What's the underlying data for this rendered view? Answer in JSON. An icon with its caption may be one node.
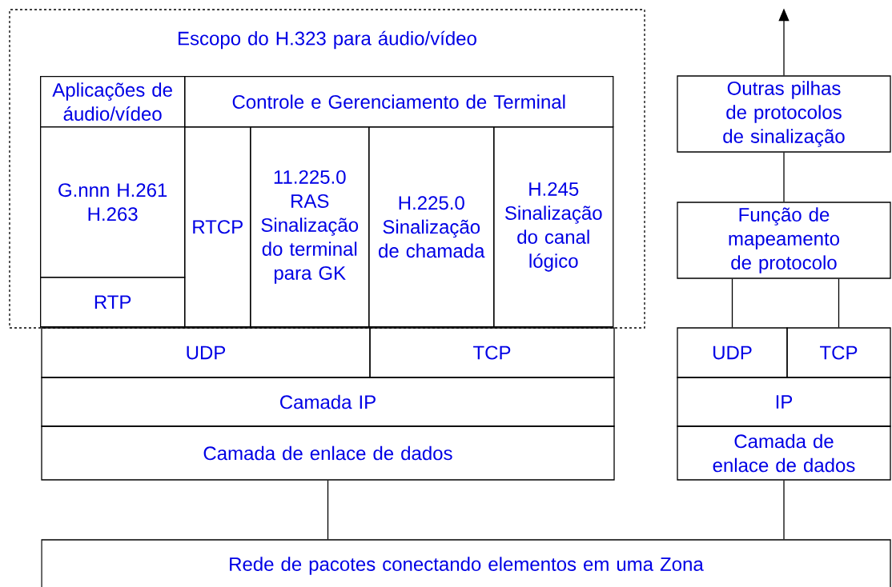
{
  "diagram": {
    "nodes": [
      {
        "text": [
          "Escopo do H.323 para áudio/vídeo"
        ]
      },
      {
        "text": [
          "Aplicações de áudio/vídeo"
        ],
        "in": 0
      },
      {
        "text": [
          "Controle e Gerenciamento de Terminal"
        ],
        "in": 0
      },
      {
        "text": [
          "G.nnn H.261 H.263"
        ],
        "in": 0
      },
      {
        "text": [
          "RTP"
        ],
        "in": 0
      },
      {
        "text": [
          "RTCP"
        ],
        "in": 0
      },
      {
        "text": [
          "11.225.0 RAS Sinalização do terminal para GK"
        ],
        "in": 0
      },
      {
        "text": [
          "H.225.0 Sinalização de chamada"
        ],
        "in": 0
      },
      {
        "text": [
          "H.245 Sinalização do canal lógico"
        ],
        "in": 0
      },
      {
        "text": [
          "UDP"
        ]
      },
      {
        "text": [
          "TCP"
        ]
      },
      {
        "text": [
          "Camada IP"
        ]
      },
      {
        "text": [
          "Camada de enlace de dados"
        ]
      },
      {
        "text": [
          "Outras pilhas de protocolos de sinalização"
        ]
      },
      {
        "text": [
          "Função de mapeamento de protocolo"
        ]
      },
      {
        "text": [
          "UDP"
        ]
      },
      {
        "text": [
          "TCP"
        ]
      },
      {
        "text": [
          "IP"
        ]
      },
      {
        "text": [
          "Camada de enlace de dados"
        ]
      },
      {
        "text": [
          "Rede de pacotes conectando elementos em uma Zona"
        ]
      }
    ],
    "edges": [
      {
        "from": 13,
        "to": null,
        "arrow": "to"
      },
      {
        "from": 13,
        "to": 14,
        "arrow": "none"
      },
      {
        "from": 14,
        "to": 15,
        "arrow": "none"
      },
      {
        "from": 14,
        "to": 16,
        "arrow": "none"
      },
      {
        "from": 12,
        "to": 19,
        "arrow": "none"
      },
      {
        "from": 18,
        "to": 19,
        "arrow": "none"
      }
    ]
  }
}
